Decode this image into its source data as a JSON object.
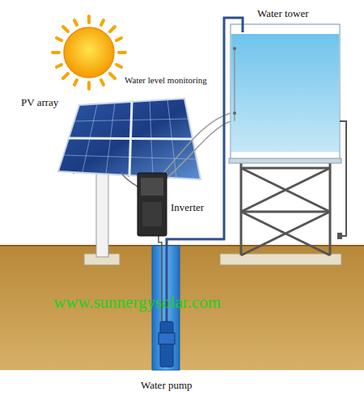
{
  "diagram": {
    "labels": [
      "Water tower",
      "Water level monitoring",
      "PV array",
      "Inverter",
      "www.sunnergysolar.com",
      "Water pump"
    ]
  }
}
